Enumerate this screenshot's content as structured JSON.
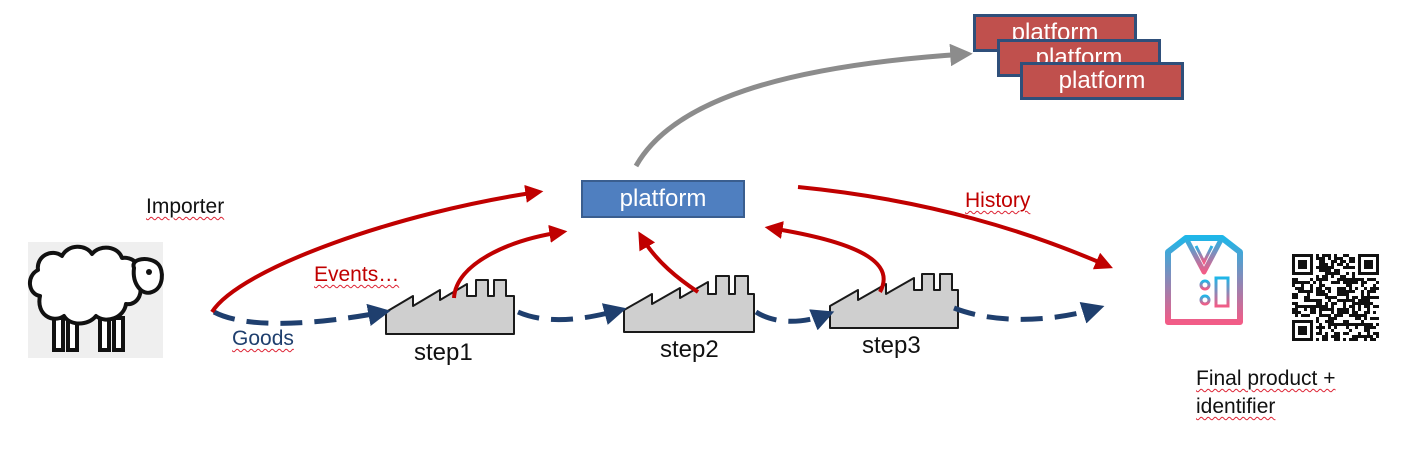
{
  "labels": {
    "importer": "Importer",
    "events": "Events…",
    "goods": "Goods",
    "history": "History",
    "step1": "step1",
    "step2": "step2",
    "step3": "step3",
    "final_product_line1": "Final product +",
    "final_product_line2": "identifier"
  },
  "platform_center": "platform",
  "platform_stack": [
    "platform",
    "platform",
    "platform"
  ],
  "icons": [
    "sheep-icon",
    "factory-icon",
    "shirt-icon",
    "qr-code-icon"
  ],
  "colors": {
    "event_arrow": "#c00000",
    "goods_arrow": "#1f3f6e",
    "export_arrow": "#8c8c8c",
    "platform_blue": "#4f7fc0",
    "platform_red": "#c0504d",
    "factory_fill": "#cfcfcf"
  }
}
